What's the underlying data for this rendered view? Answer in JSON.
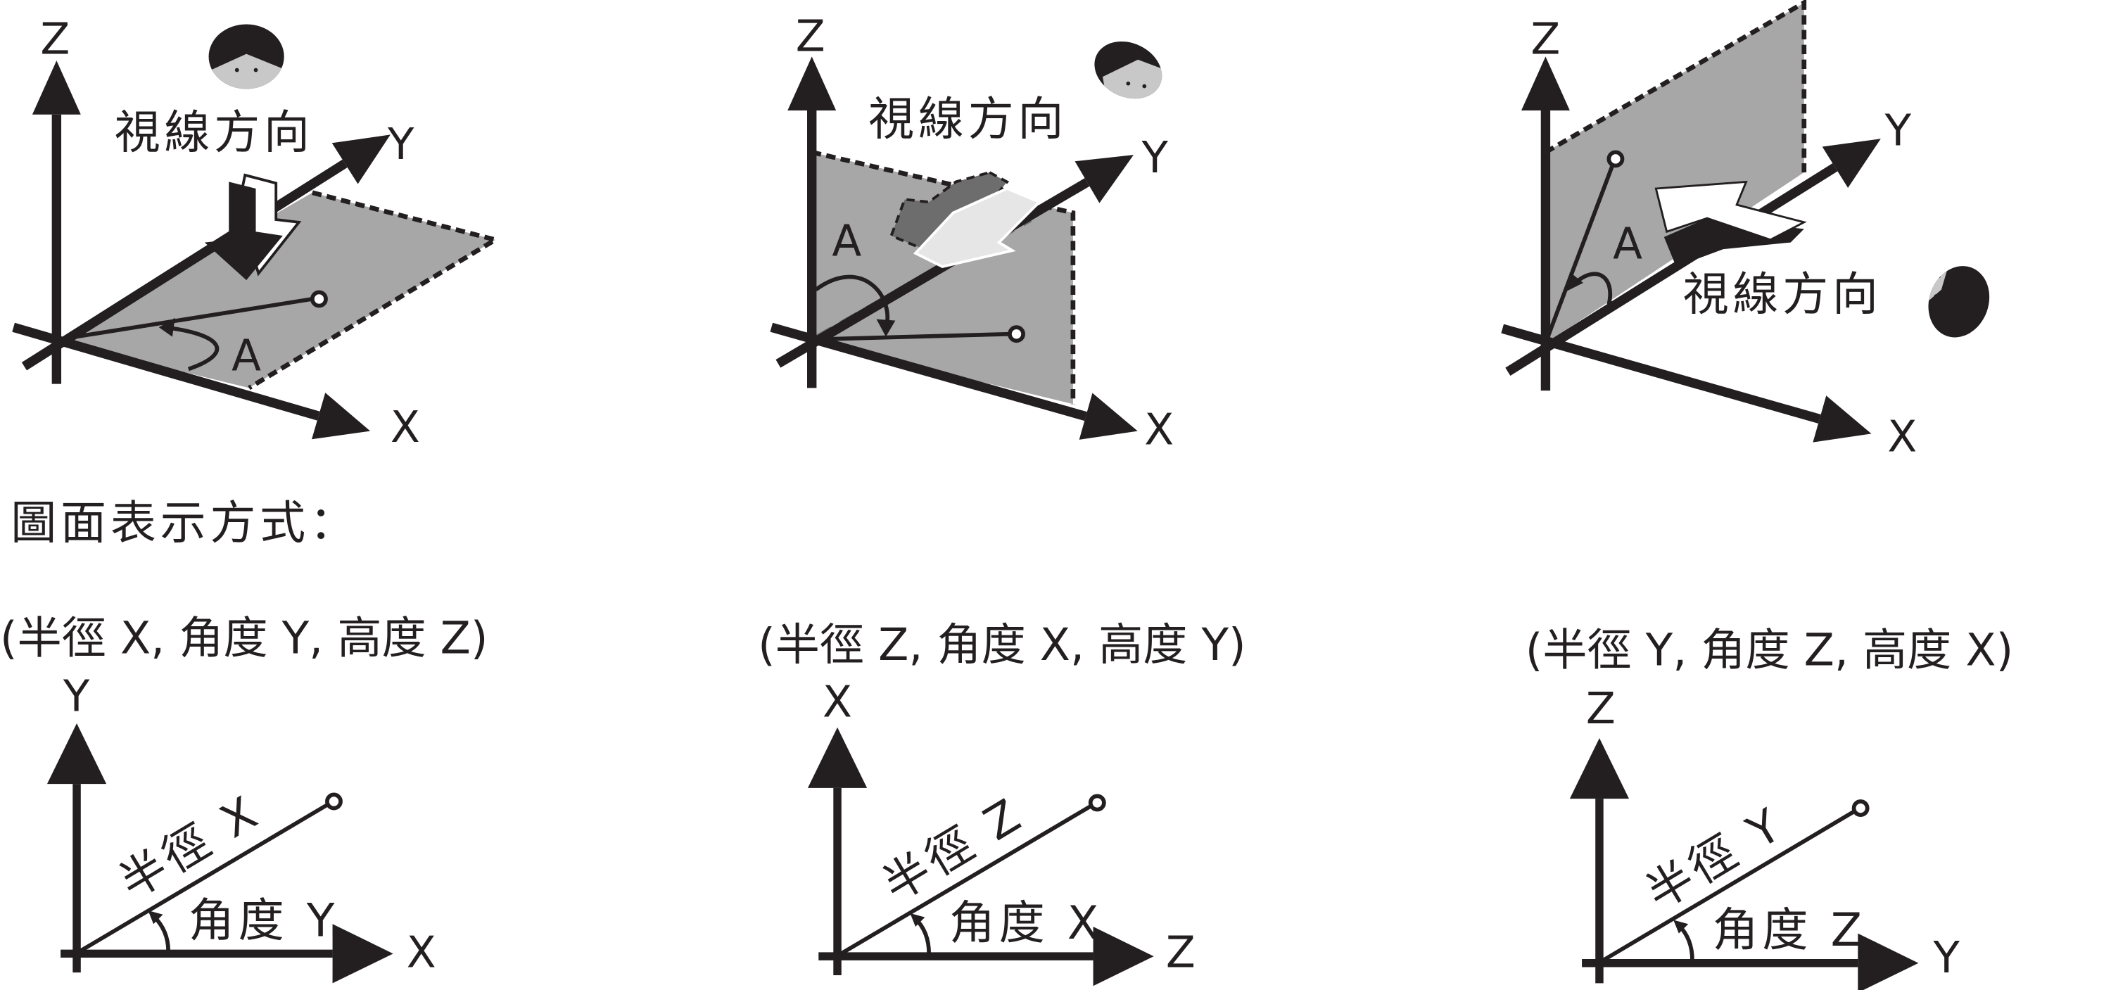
{
  "view_direction_label": "視線方向",
  "angle_label": "A",
  "axis_labels": {
    "x": "X",
    "y": "Y",
    "z": "Z"
  },
  "section_title": "圖面表示方式：",
  "panels": [
    {
      "caption": "(半徑 X, 角度 Y, 高度 Z)",
      "radius_label": "半徑 X",
      "angle_label": "角度 Y",
      "vertical_axis": "Y",
      "horizontal_axis": "X"
    },
    {
      "caption": "(半徑 Z, 角度 X, 高度 Y)",
      "radius_label": "半徑 Z",
      "angle_label": "角度 X",
      "vertical_axis": "X",
      "horizontal_axis": "Z"
    },
    {
      "caption": "(半徑 Y, 角度 Z, 高度 X)",
      "radius_label": "半徑 Y",
      "angle_label": "角度 Z",
      "vertical_axis": "Z",
      "horizontal_axis": "Y"
    }
  ],
  "colors": {
    "ink": "#231f20",
    "plane": "#a7a7a7",
    "face": "#c8c8c8"
  }
}
